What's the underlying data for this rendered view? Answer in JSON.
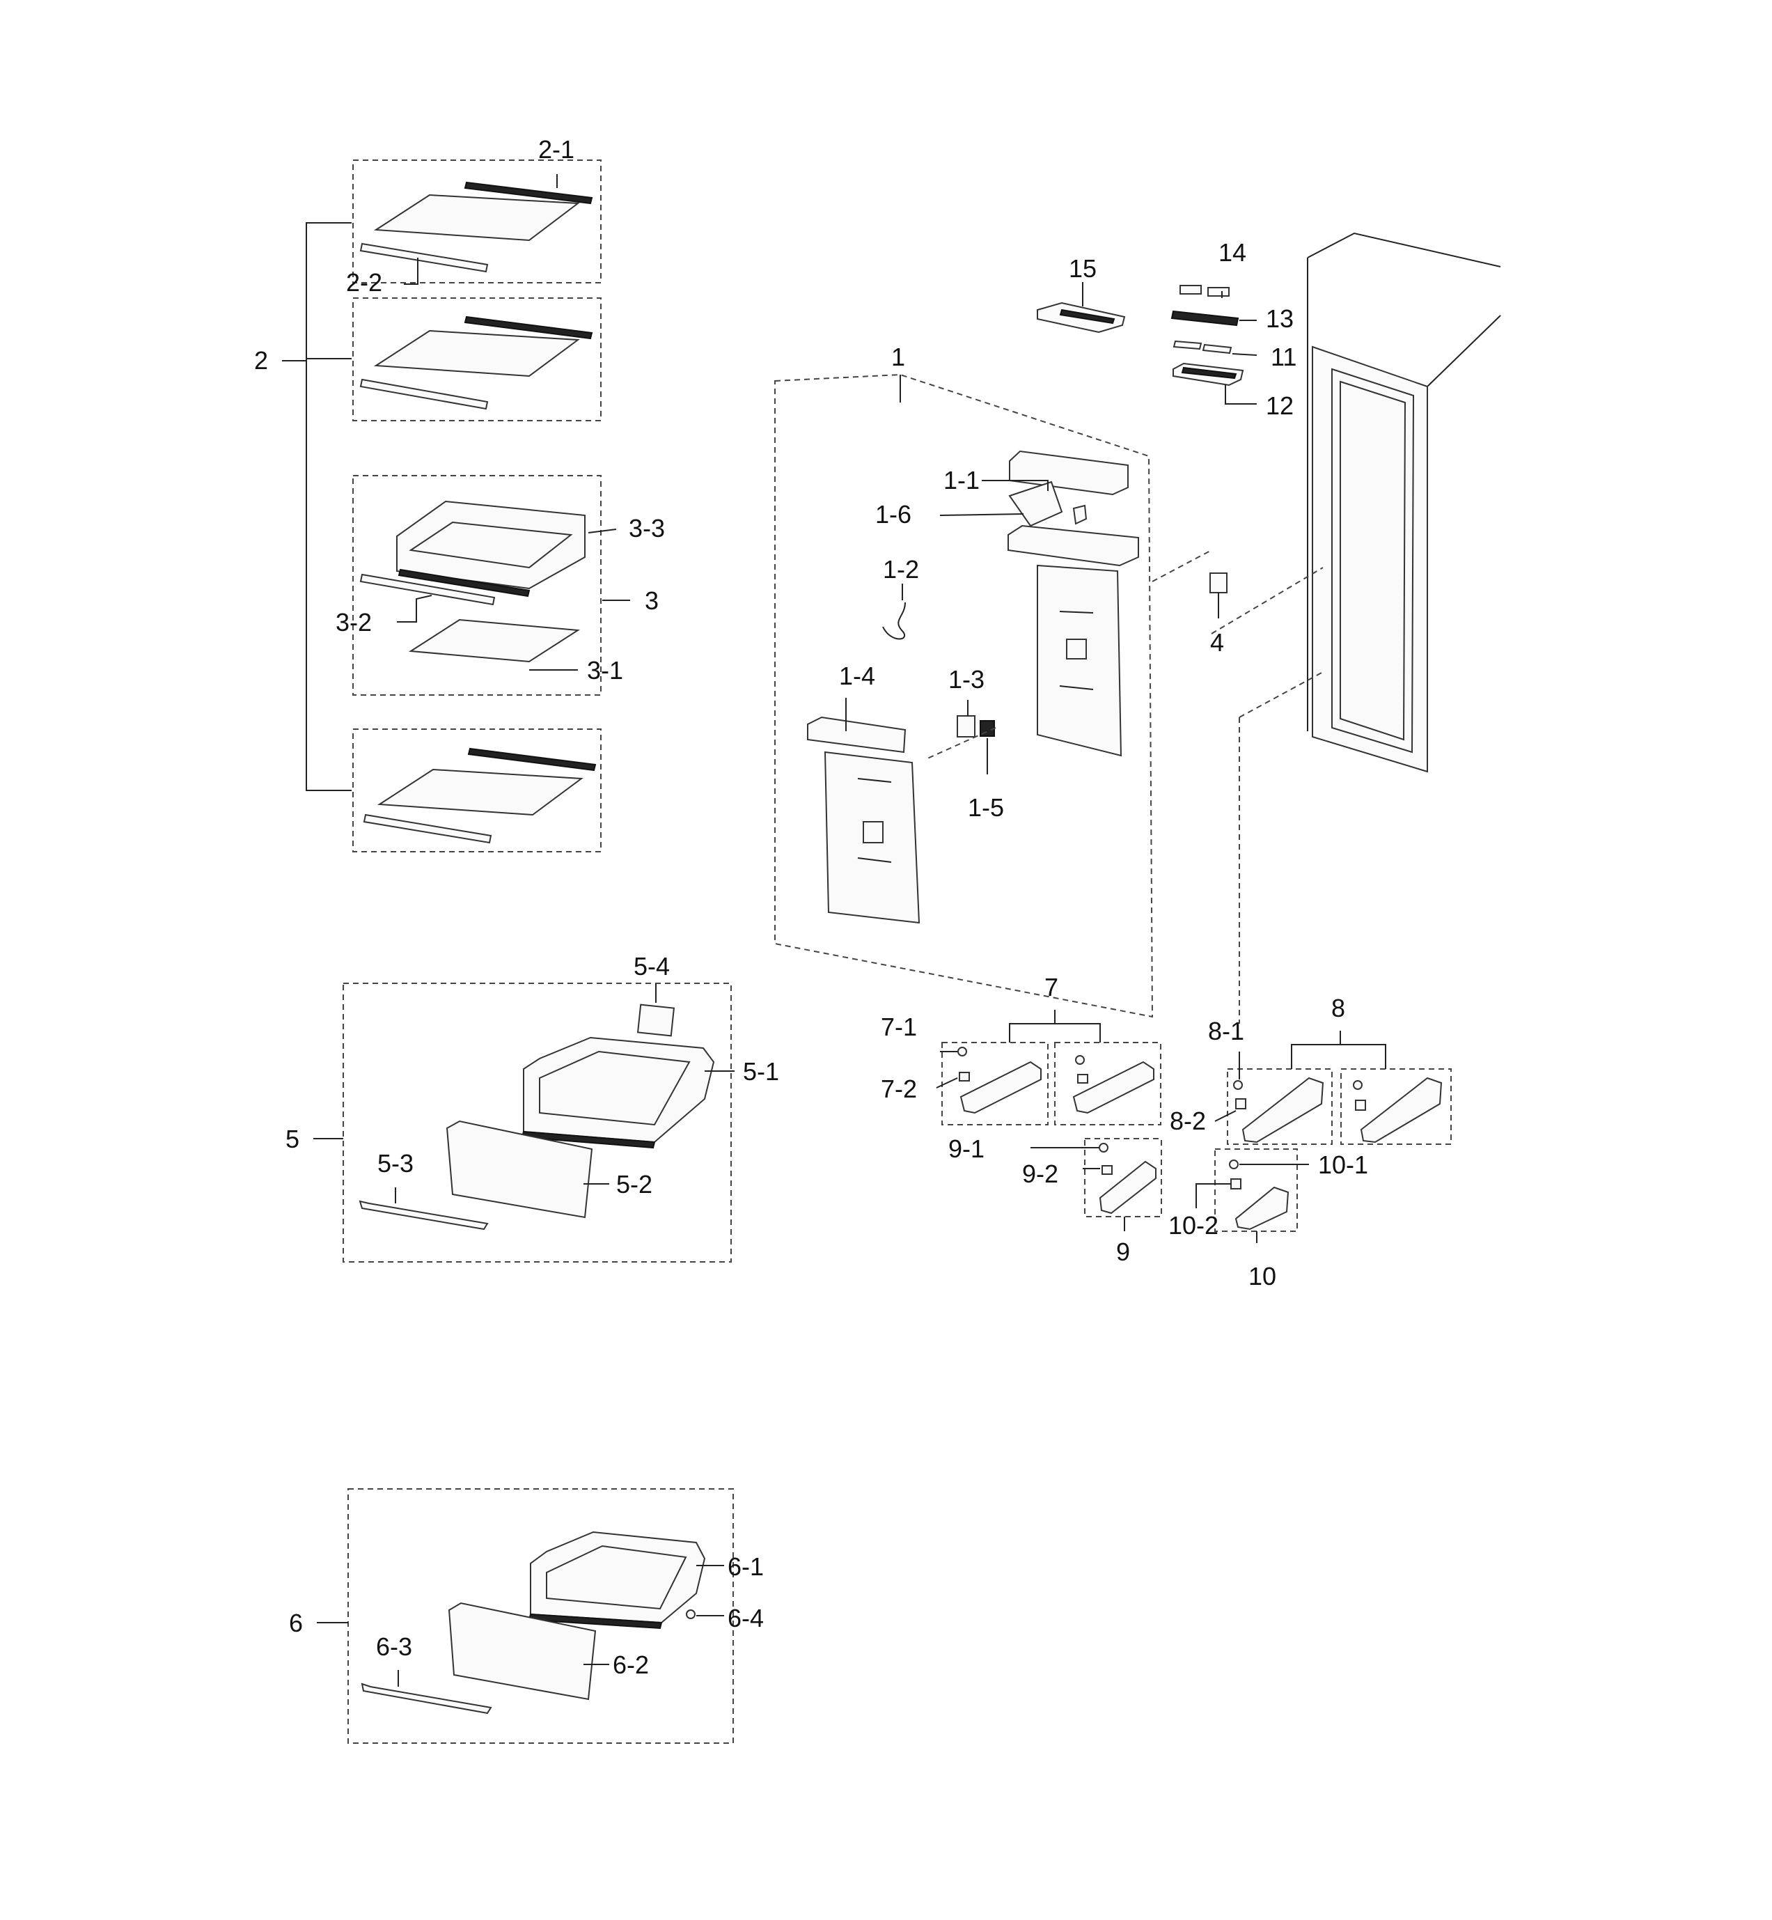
{
  "callouts": {
    "c1": "1",
    "c1_1": "1-1",
    "c1_2": "1-2",
    "c1_3": "1-3",
    "c1_4": "1-4",
    "c1_5": "1-5",
    "c1_6": "1-6",
    "c2": "2",
    "c2_1": "2-1",
    "c2_2": "2-2",
    "c3": "3",
    "c3_1": "3-1",
    "c3_2": "3-2",
    "c3_3": "3-3",
    "c4": "4",
    "c5": "5",
    "c5_1": "5-1",
    "c5_2": "5-2",
    "c5_3": "5-3",
    "c5_4": "5-4",
    "c6": "6",
    "c6_1": "6-1",
    "c6_2": "6-2",
    "c6_3": "6-3",
    "c6_4": "6-4",
    "c7": "7",
    "c7_1": "7-1",
    "c7_2": "7-2",
    "c8": "8",
    "c8_1": "8-1",
    "c8_2": "8-2",
    "c9": "9",
    "c9_1": "9-1",
    "c9_2": "9-2",
    "c10": "10",
    "c10_1": "10-1",
    "c10_2": "10-2",
    "c11": "11",
    "c12": "12",
    "c13": "13",
    "c14": "14",
    "c15": "15"
  }
}
